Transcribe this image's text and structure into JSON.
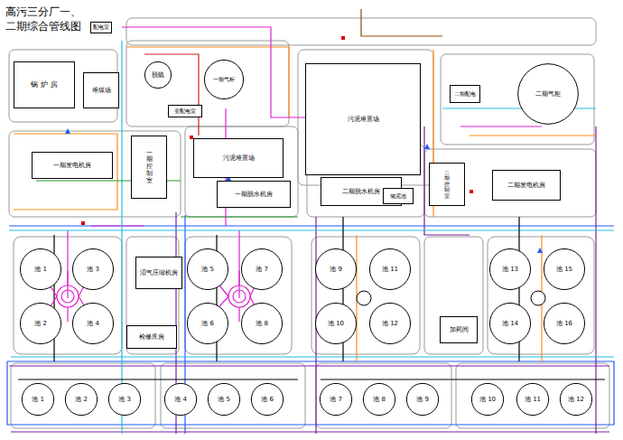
{
  "diagram": {
    "title": "高污三分厂一、 二期综合管线图",
    "nodes": [
      {
        "text": [
          "配电室"
        ]
      },
      {
        "text": [
          "锅 炉 房"
        ]
      },
      {
        "text": [
          "堆煤场"
        ]
      },
      {
        "text": [
          "脱硫"
        ]
      },
      {
        "text": [
          "一期气柜"
        ]
      },
      {
        "text": [
          "变配电室"
        ]
      },
      {
        "text": [
          "污泥堆置场"
        ]
      },
      {
        "text": [
          "一期发电机房"
        ]
      },
      {
        "text": [
          "一期控制室"
        ]
      },
      {
        "text": [
          "污泥堆置场"
        ]
      },
      {
        "text": [
          "一期脱水机房"
        ]
      },
      {
        "text": [
          "二期脱水机房"
        ]
      },
      {
        "text": [
          "储泥池"
        ]
      },
      {
        "text": [
          "二期配电"
        ]
      },
      {
        "text": [
          "二期气柜"
        ]
      },
      {
        "text": [
          "二期控制室"
        ]
      },
      {
        "text": [
          "二期发电机房"
        ]
      },
      {
        "text": [
          "沼气压缩机房"
        ]
      },
      {
        "text": [
          "检修库房"
        ]
      },
      {
        "text": [
          "加药间"
        ]
      },
      {
        "text": [
          "池 1"
        ]
      },
      {
        "text": [
          "池 3"
        ]
      },
      {
        "text": [
          "池 5"
        ]
      },
      {
        "text": [
          "池 7"
        ]
      },
      {
        "text": [
          "池 9"
        ]
      },
      {
        "text": [
          "池 11"
        ]
      },
      {
        "text": [
          "池 13"
        ]
      },
      {
        "text": [
          "池 15"
        ]
      },
      {
        "text": [
          "池 2"
        ]
      },
      {
        "text": [
          "池 4"
        ]
      },
      {
        "text": [
          "池 6"
        ]
      },
      {
        "text": [
          "池 8"
        ]
      },
      {
        "text": [
          "池 10"
        ]
      },
      {
        "text": [
          "池 12"
        ]
      },
      {
        "text": [
          "池 14"
        ]
      },
      {
        "text": [
          "池 16"
        ]
      },
      {
        "text": [
          "池 1"
        ]
      },
      {
        "text": [
          "池 2"
        ]
      },
      {
        "text": [
          "池 3"
        ]
      },
      {
        "text": [
          "池 4"
        ]
      },
      {
        "text": [
          "池 5"
        ]
      },
      {
        "text": [
          "池 6"
        ]
      },
      {
        "text": [
          "池 7"
        ]
      },
      {
        "text": [
          "池 8"
        ]
      },
      {
        "text": [
          "池 9"
        ]
      },
      {
        "text": [
          "池 10"
        ]
      },
      {
        "text": [
          "池 11"
        ]
      },
      {
        "text": [
          "池 12"
        ]
      }
    ]
  }
}
